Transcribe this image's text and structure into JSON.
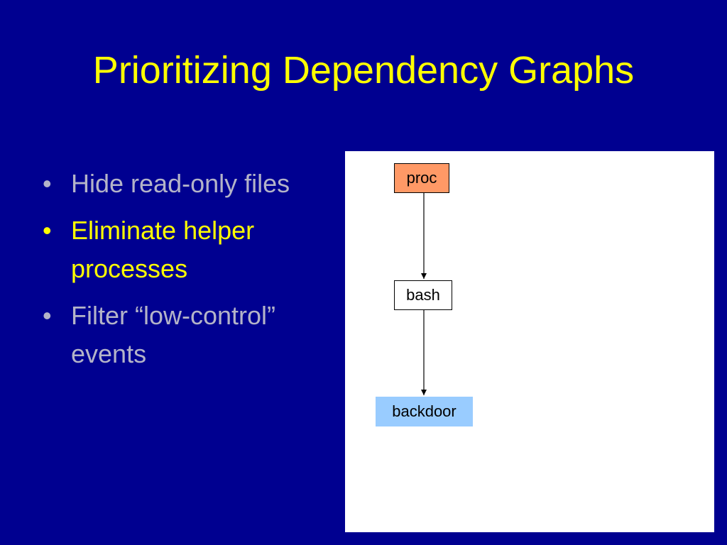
{
  "slide": {
    "title": "Prioritizing Dependency Graphs",
    "bullets": [
      {
        "text": "Hide read-only files",
        "state": "dimmed"
      },
      {
        "text": "Eliminate helper processes",
        "state": "active"
      },
      {
        "text": "Filter “low-control” events",
        "state": "dimmed"
      }
    ],
    "bullet_glyph": "•"
  },
  "diagram": {
    "nodes": [
      {
        "id": "proc",
        "label": "proc",
        "fill": "#ff9966"
      },
      {
        "id": "bash",
        "label": "bash",
        "fill": "#ffffff"
      },
      {
        "id": "backdoor",
        "label": "backdoor",
        "fill": "#99ccff"
      }
    ],
    "edges": [
      {
        "from": "proc",
        "to": "bash"
      },
      {
        "from": "bash",
        "to": "backdoor"
      }
    ]
  },
  "colors": {
    "background": "#000090",
    "title": "#ffff00",
    "active_bullet": "#ffff00",
    "dimmed_bullet": "#b4b4c8"
  }
}
